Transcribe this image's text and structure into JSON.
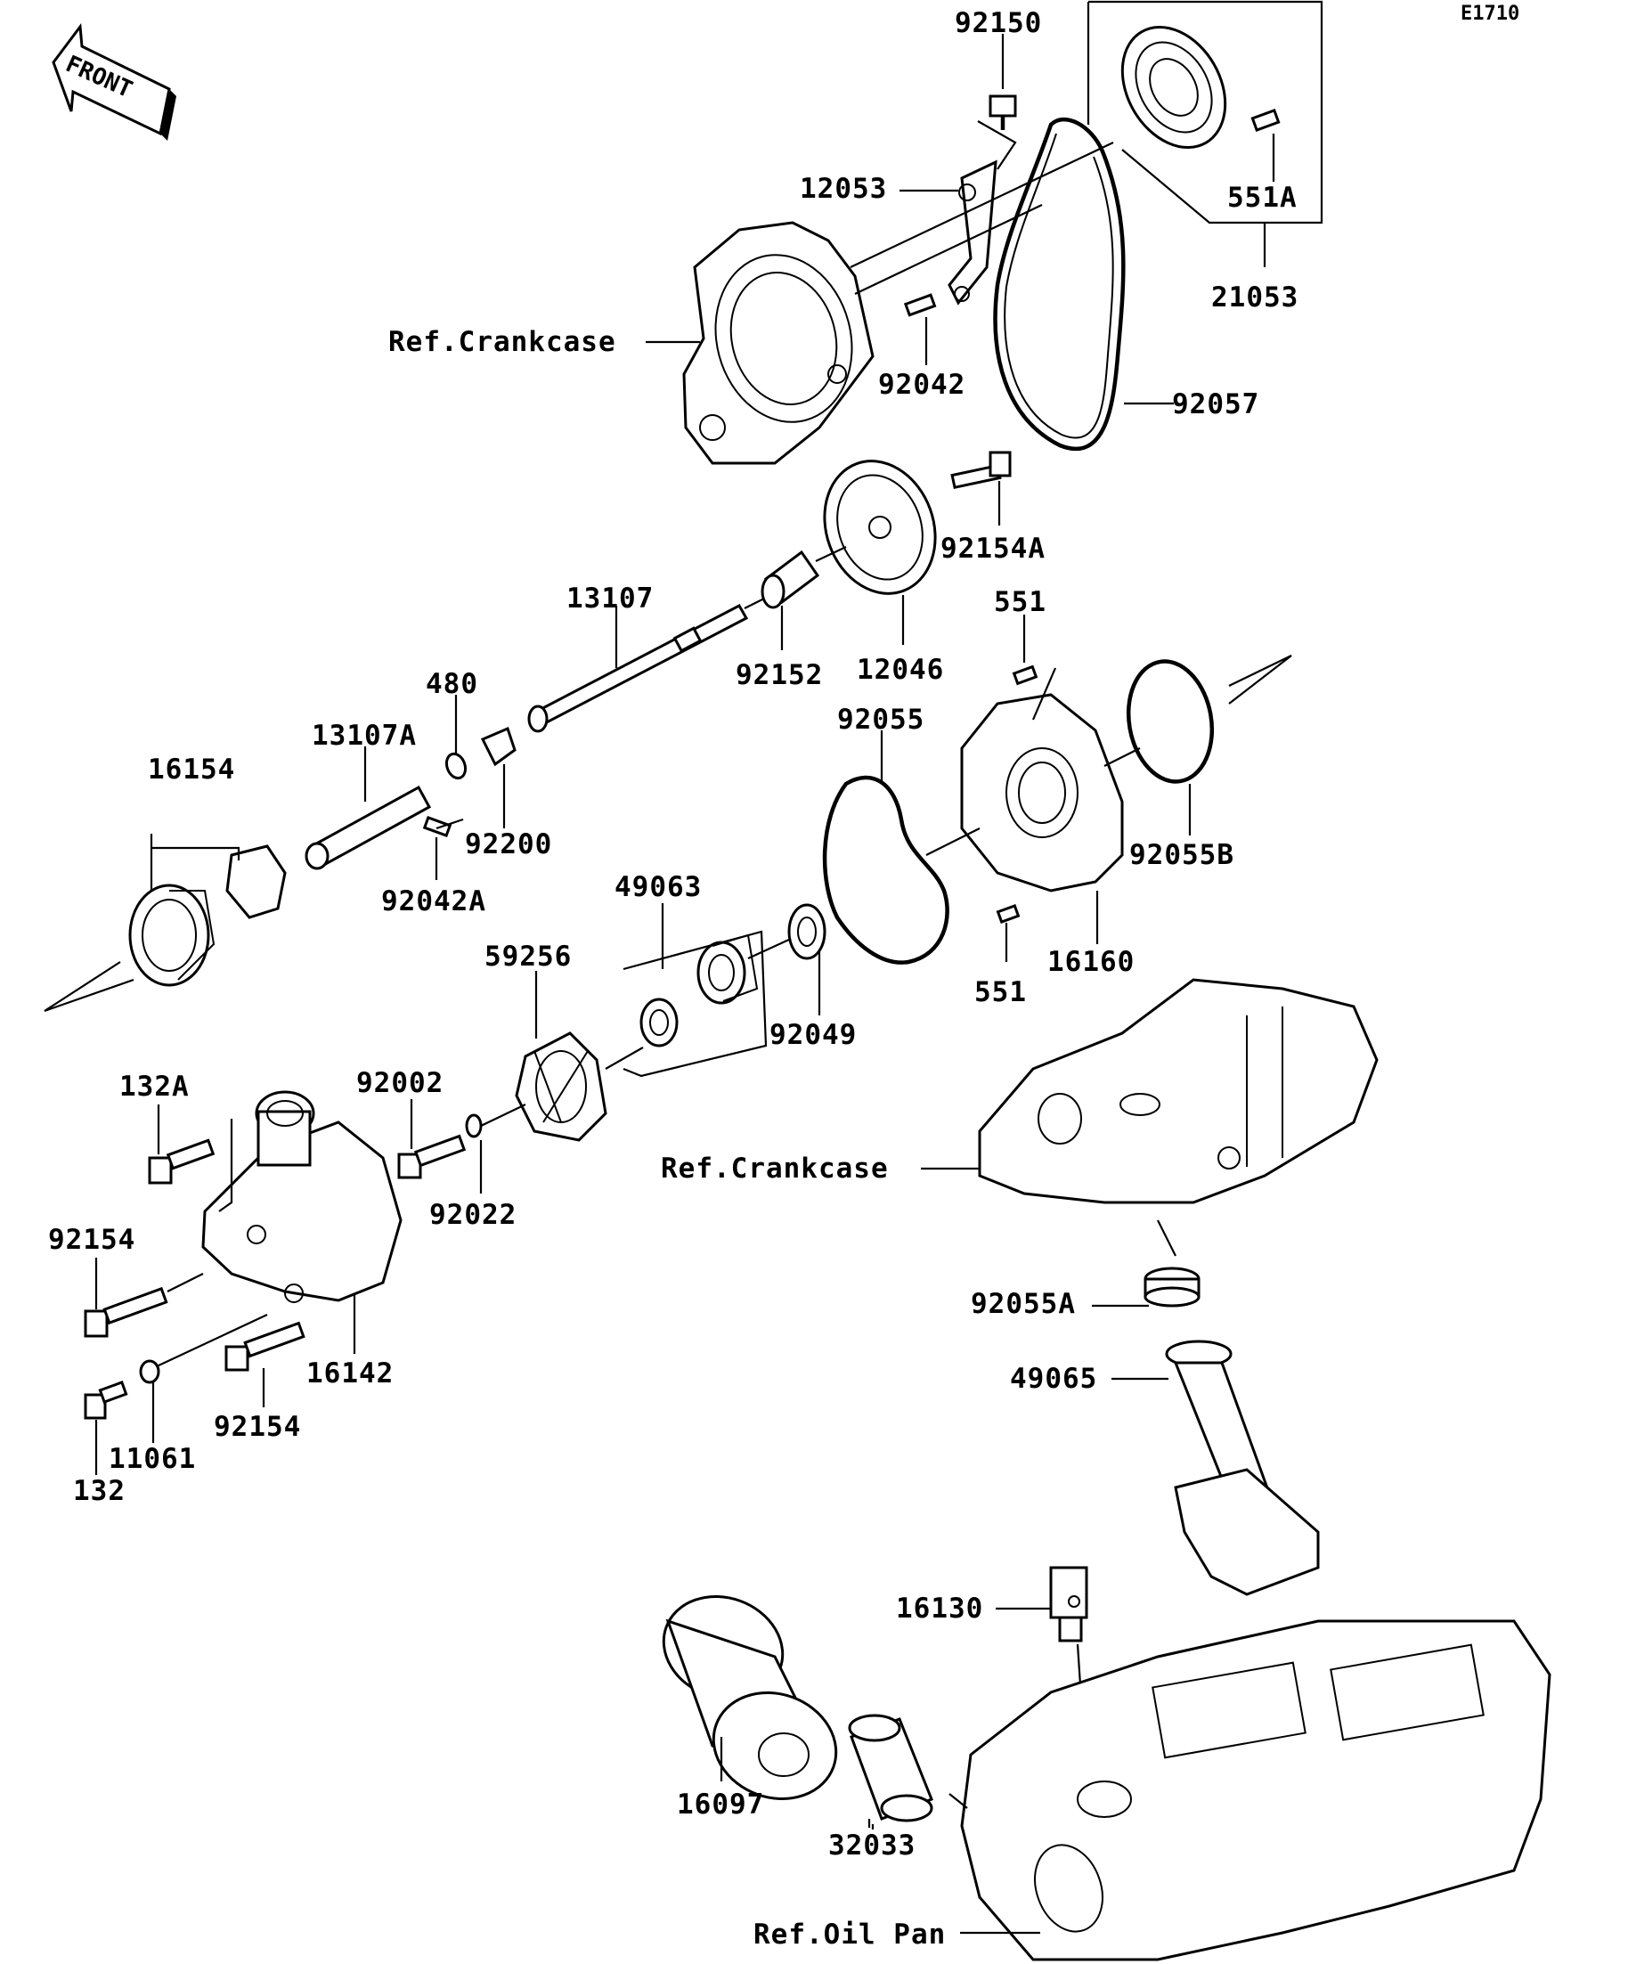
{
  "diagram": {
    "code": "E1710",
    "front_label": "FRONT",
    "labels": {
      "p92150": "92150",
      "p12053": "12053",
      "p551A": "551A",
      "p21053": "21053",
      "ref_crankcase_top": "Ref.Crankcase",
      "p92042": "92042",
      "p92057": "92057",
      "p92154A": "92154A",
      "p13107": "13107",
      "p92152": "92152",
      "p12046": "12046",
      "p551_top": "551",
      "p480": "480",
      "p13107A": "13107A",
      "p16154": "16154",
      "p92200": "92200",
      "p92042A": "92042A",
      "p92055": "92055",
      "p92055B": "92055B",
      "p49063": "49063",
      "p59256": "59256",
      "p16160": "16160",
      "p551_bottom": "551",
      "p92049": "92049",
      "p132A": "132A",
      "p92002": "92002",
      "ref_crankcase_mid": "Ref.Crankcase",
      "p92022": "92022",
      "p92154_left": "92154",
      "p16142": "16142",
      "p92055A": "92055A",
      "p49065": "49065",
      "p92154_bottom": "92154",
      "p11061": "11061",
      "p132": "132",
      "p16130": "16130",
      "p16097": "16097",
      "p32033": "32033",
      "ref_oil_pan": "Ref.Oil Pan"
    }
  }
}
